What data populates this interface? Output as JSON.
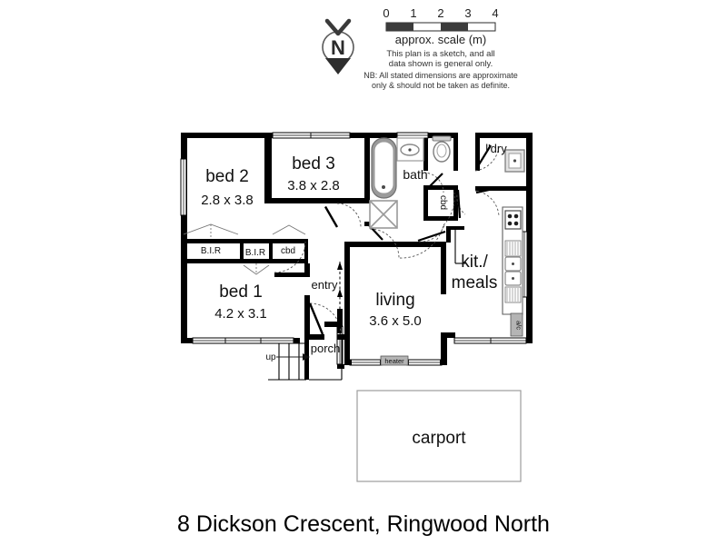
{
  "document": {
    "title": "8 Dickson Crescent, Ringwood North",
    "type": "floor-plan-sketch"
  },
  "compass": {
    "label": "N",
    "name": "north-arrow"
  },
  "scale": {
    "ticks": [
      "0",
      "1",
      "2",
      "3",
      "4"
    ],
    "caption": "approx. scale (m)",
    "segments": [
      "dark",
      "light",
      "dark",
      "light"
    ],
    "note_line1": "This plan is a sketch, and all",
    "note_line2": "data shown is general only.",
    "disclaimer_line1": "NB: All stated dimensions are approximate",
    "disclaimer_line2": "only & should not be taken as definite."
  },
  "rooms": [
    {
      "id": "bed2",
      "name": "bed 2",
      "dimensions": "2.8 x 3.8"
    },
    {
      "id": "bed3",
      "name": "bed 3",
      "dimensions": "3.8 x 2.8"
    },
    {
      "id": "bed1",
      "name": "bed 1",
      "dimensions": "4.2 x 3.1"
    },
    {
      "id": "living",
      "name": "living",
      "dimensions": "3.6 x 5.0"
    },
    {
      "id": "kit",
      "name_line1": "kit./",
      "name_line2": "meals"
    },
    {
      "id": "bath",
      "name": "bath"
    },
    {
      "id": "ldry",
      "name": "l'dry"
    },
    {
      "id": "entry",
      "name": "entry"
    },
    {
      "id": "porch",
      "name": "porch"
    },
    {
      "id": "carport",
      "name": "carport"
    }
  ],
  "labels": {
    "bed2_name": "bed 2",
    "bed2_dim": "2.8 x 3.8",
    "bed3_name": "bed 3",
    "bed3_dim": "3.8 x 2.8",
    "bed1_name": "bed 1",
    "bed1_dim": "4.2 x 3.1",
    "living_name": "living",
    "living_dim": "3.6 x 5.0",
    "kitchen_line1": "kit./",
    "kitchen_line2": "meals",
    "bath": "bath",
    "laundry": "l'dry",
    "entry": "entry",
    "porch": "porch",
    "carport": "carport",
    "bir_left": "B.I.R",
    "bir_mid": "B.I.R",
    "cbd_bed": "cbd",
    "cbd_wc": "cbd",
    "up": "up",
    "heater": "heater",
    "aircon": "a/c"
  },
  "fixtures": [
    {
      "name": "bathtub",
      "room": "bath"
    },
    {
      "name": "vanity-basin",
      "room": "bath"
    },
    {
      "name": "shower",
      "room": "bath"
    },
    {
      "name": "toilet",
      "room": "wc"
    },
    {
      "name": "laundry-tub",
      "room": "ldry"
    },
    {
      "name": "cooktop",
      "room": "kit"
    },
    {
      "name": "kitchen-sink",
      "room": "kit"
    },
    {
      "name": "air-conditioner",
      "room": "kit"
    },
    {
      "name": "heater",
      "room": "living"
    }
  ],
  "colors": {
    "wall": "#000000",
    "fixture_outline": "#8a8a8a",
    "fixture_fill": "#9a9a9a",
    "carport_outline": "#9d9d9d",
    "grey_box": "#b4b4b4",
    "text": "#111111",
    "background": "#ffffff"
  }
}
